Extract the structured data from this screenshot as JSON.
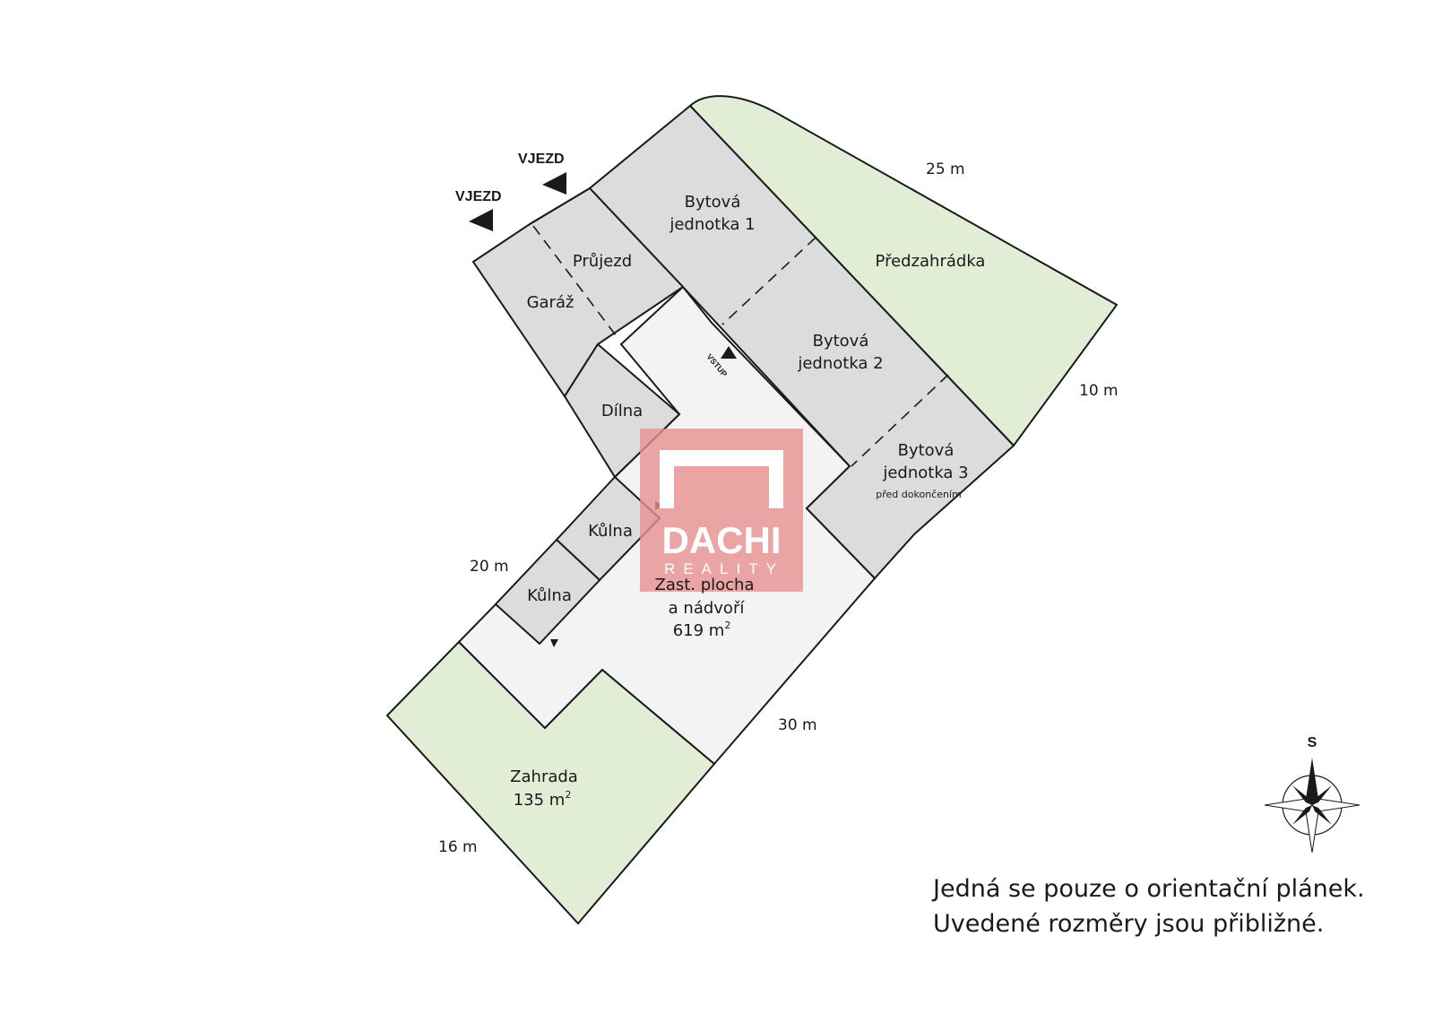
{
  "colors": {
    "building": "#dcdcdc",
    "courtyard": "#f3f3f3",
    "garden": "#e2edd6",
    "outline": "#1a1a1a",
    "logo_overlay": "#e89090"
  },
  "entries": {
    "vjezd_1": "VJEZD",
    "vjezd_2": "VJEZD",
    "vstup": "VSTUP"
  },
  "rooms": {
    "bytova_1": [
      "Bytová",
      "jednotka 1"
    ],
    "bytova_2": [
      "Bytová",
      "jednotka 2"
    ],
    "bytova_3": [
      "Bytová",
      "jednotka 3"
    ],
    "bytova_3_note": "před dokončením",
    "predzahradka": "Předzahrádka",
    "prujezd": "Průjezd",
    "garaz": "Garáž",
    "dilna": "Dílna",
    "kulna_1": "Kůlna",
    "kulna_2": "Kůlna",
    "courtyard": [
      "Zast. plocha",
      "a nádvoří",
      "619 m"
    ],
    "courtyard_unit_sup": "2",
    "zahrada": [
      "Zahrada",
      "135 m"
    ],
    "zahrada_unit_sup": "2"
  },
  "dimensions": {
    "top": "25 m",
    "right": "10 m",
    "left": "20 m",
    "bottom_right": "30 m",
    "bottom_left": "16 m"
  },
  "logo": {
    "name": "DACHI",
    "subtitle": "REALITY"
  },
  "compass": {
    "direction_letter": "S",
    "icon": "compass-rose-icon"
  },
  "disclaimer": [
    "Jedná se pouze o orientační plánek.",
    "Uvedené rozměry jsou přibližné."
  ]
}
